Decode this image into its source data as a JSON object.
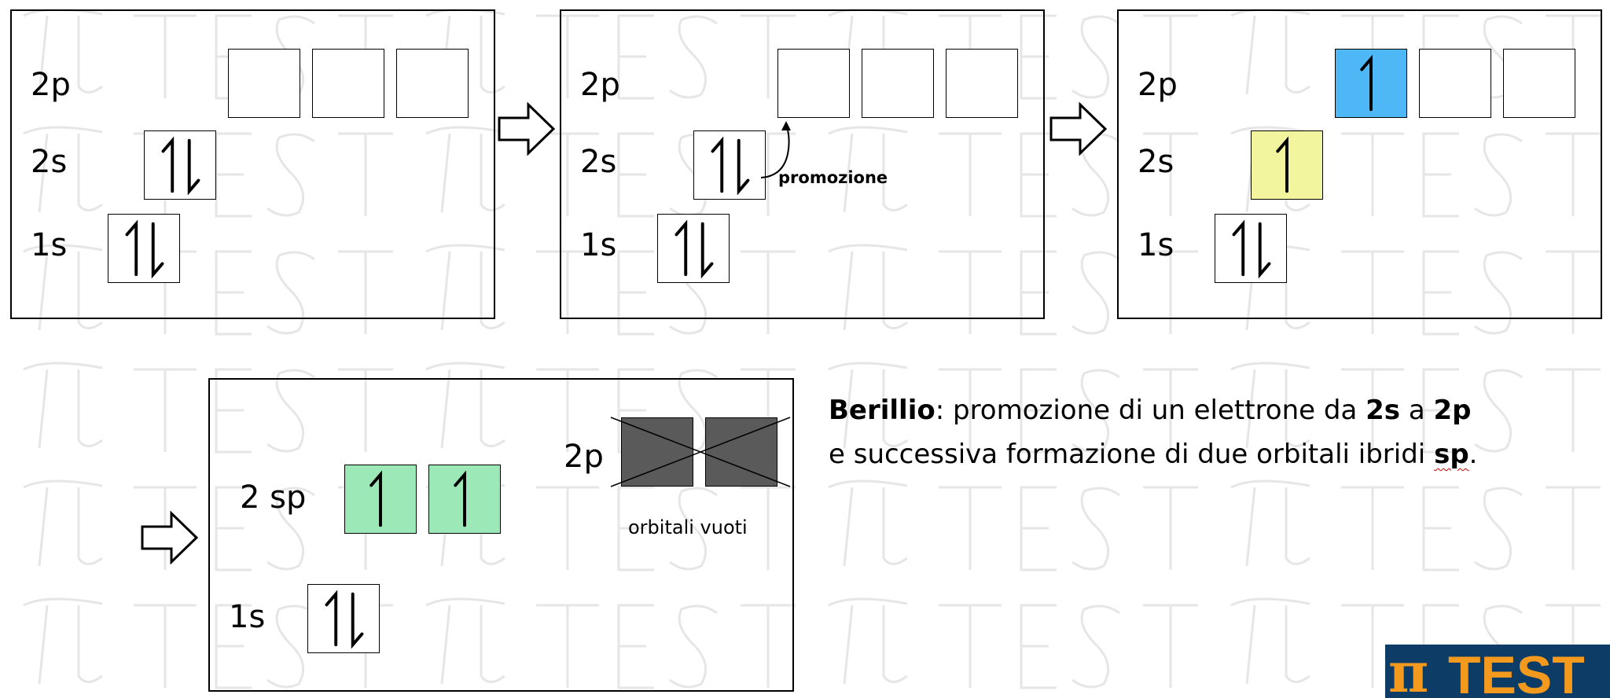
{
  "panels": {
    "p1": {
      "label_2p": "2p",
      "label_2s": "2s",
      "label_1s": "1s"
    },
    "p2": {
      "label_2p": "2p",
      "label_2s": "2s",
      "label_1s": "1s",
      "promotion_note": "promozione"
    },
    "p3": {
      "label_2p": "2p",
      "label_2s": "2s",
      "label_1s": "1s"
    },
    "p4": {
      "label_2p": "2p",
      "label_2sp": "2 sp",
      "label_1s": "1s",
      "empty_note": "orbitali vuoti"
    }
  },
  "caption": {
    "element": "Berillio",
    "text_a": ": promozione di un elettrone da ",
    "from_orbital": "2s",
    "text_b": " a ",
    "to_orbital": "2p",
    "text_c": "e successiva formazione di due orbitali ibridi ",
    "hybrid": "sp",
    "end": "."
  },
  "logo": {
    "symbol": "π",
    "text": "TEST"
  },
  "colors": {
    "orbital_2p_filled": "#4db8f5",
    "orbital_2s_single": "#f3f59e",
    "orbital_sp": "#9de8b7",
    "orbital_empty_dark": "#5a5a5a",
    "logo_bg": "#0d3d66",
    "logo_text": "#f39a1e"
  },
  "icons": {
    "step_arrow": "hollow-right-arrow-icon",
    "electron_pair": "up-down-electron-pair-icon",
    "electron_single": "up-electron-icon",
    "promotion": "curved-arrow-icon"
  }
}
